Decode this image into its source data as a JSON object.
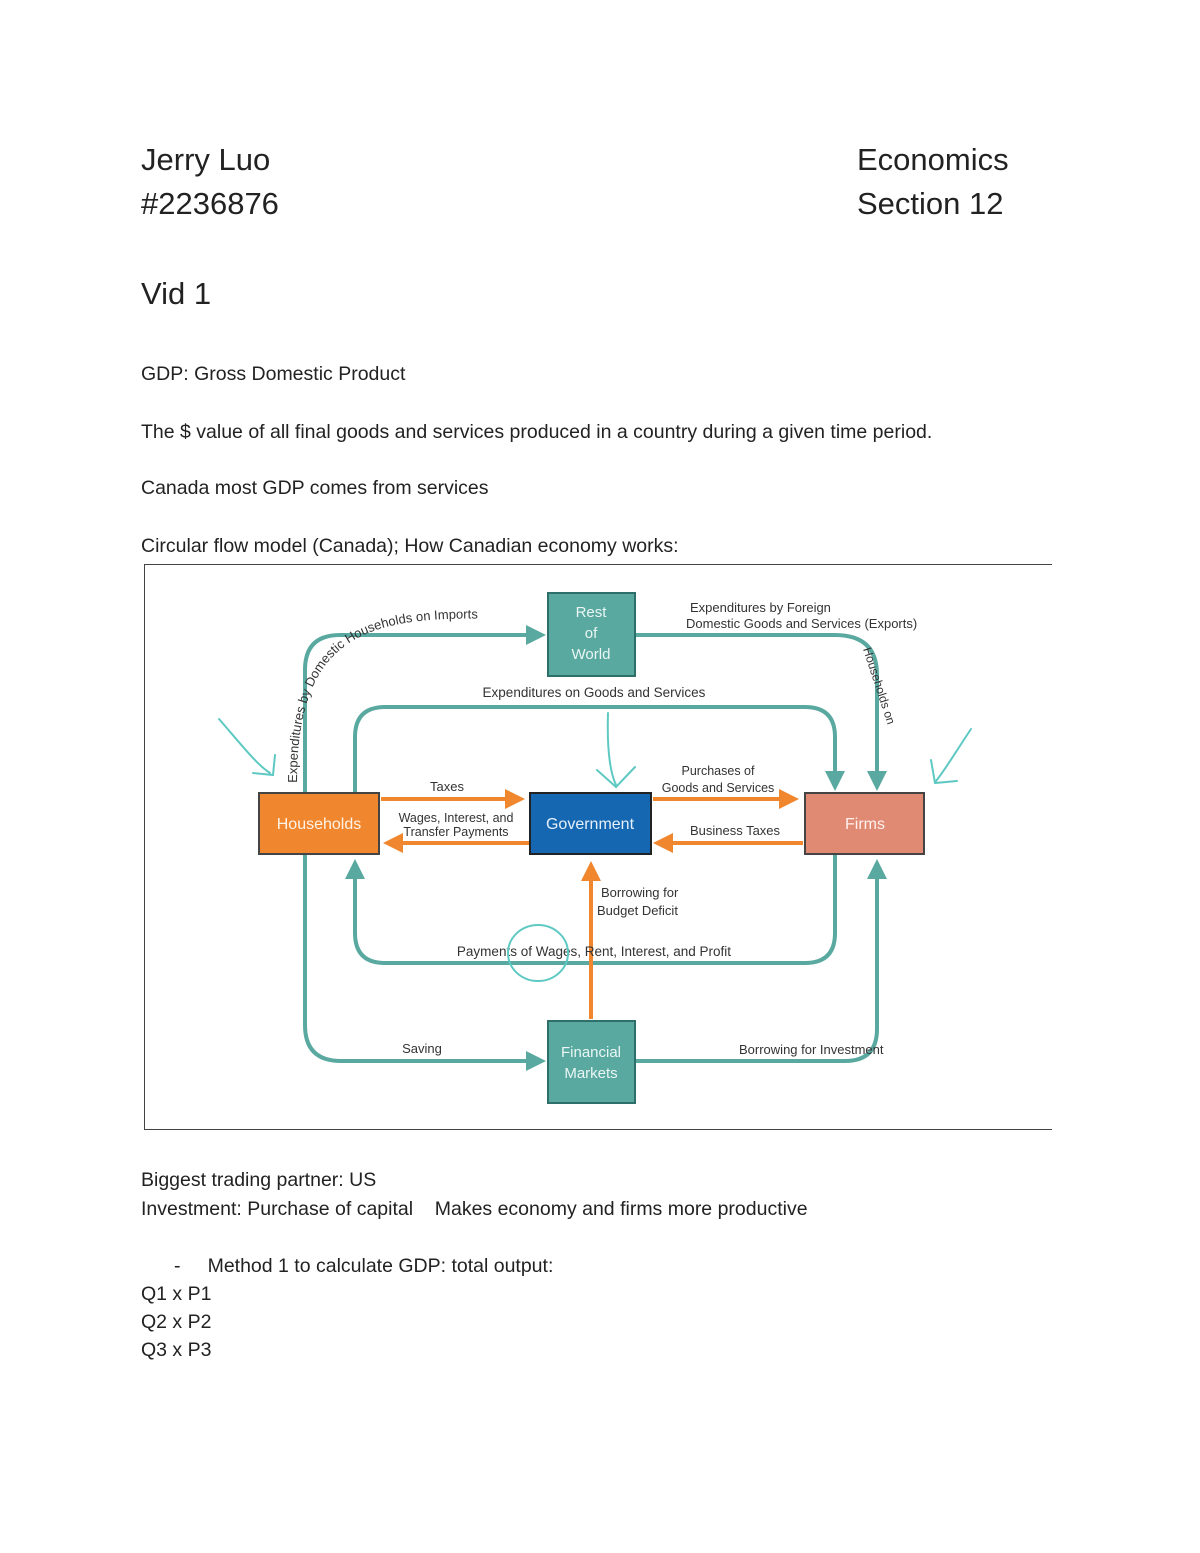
{
  "header": {
    "name": "Jerry Luo",
    "student_id": "#2236876",
    "course": "Economics",
    "section": "Section 12"
  },
  "title": "Vid 1",
  "notes": {
    "gdp_def": "GDP: Gross Domestic Product",
    "gdp_desc": "The $ value of all final goods and services produced in a country during a given time period.",
    "canada_services": "Canada most GDP comes from services",
    "circular_flow_intro": "Circular flow model (Canada); How Canadian economy works:"
  },
  "diagram": {
    "nodes": {
      "rest_of_world": [
        "Rest",
        "of",
        "World"
      ],
      "households": "Households",
      "government": "Government",
      "firms": "Firms",
      "financial_markets": [
        "Financial",
        "Markets"
      ]
    },
    "flows": {
      "imports": "Expenditures by Domestic Households on Imports",
      "exports": [
        "Expenditures by Foreign",
        "Households on",
        "Domestic Goods and Services (Exports)"
      ],
      "goods_services": "Expenditures on Goods and Services",
      "taxes": "Taxes",
      "wages_transfers": [
        "Wages, Interest, and",
        "Transfer Payments"
      ],
      "purchases": [
        "Purchases of",
        "Goods and Services"
      ],
      "business_taxes": "Business Taxes",
      "borrowing_deficit": [
        "Borrowing for",
        "Budget Deficit"
      ],
      "factor_payments": "Payments of Wages, Rent, Interest, and Profit",
      "saving": "Saving",
      "borrowing_investment": "Borrowing for Investment"
    },
    "colors": {
      "teal": "#5aa9a0",
      "orange": "#f0862e",
      "blue": "#1467b0",
      "salmon": "#e08a74",
      "ink": "#5ec9c2"
    }
  },
  "after": {
    "trading_partner": "Biggest trading partner: US",
    "investment": "Investment: Purchase of capital    Makes economy and firms more productive",
    "method1": "-     Method 1 to calculate GDP: total output:",
    "q1": "Q1 x P1",
    "q2": "Q2 x P2",
    "q3": "Q3 x P3"
  }
}
